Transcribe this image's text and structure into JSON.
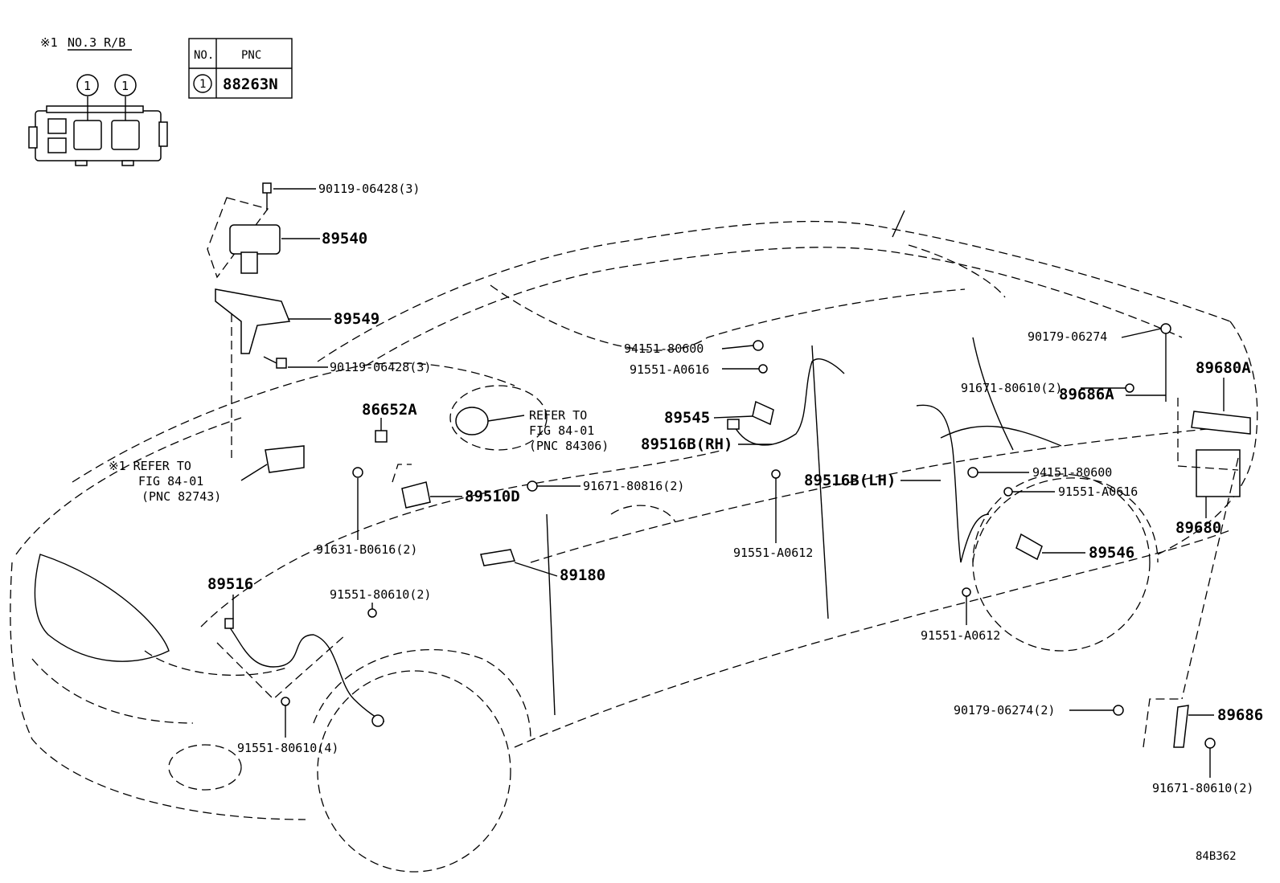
{
  "note": {
    "mark": "※1",
    "text": "NO.3 R/B"
  },
  "pnc_table": {
    "header": [
      "NO.",
      "PNC"
    ],
    "rows": [
      {
        "no": "1",
        "pnc": "88263N"
      }
    ]
  },
  "callout_mark": "1",
  "parts": {
    "p90119_top": "90119-06428(3)",
    "p89540": "89540",
    "p89549": "89549",
    "p90119_bot": "90119-06428(3)",
    "p86652A": "86652A",
    "p89510D": "89510D",
    "p91631": "91631-B0616(2)",
    "p89516": "89516",
    "p91551_80610_2": "91551-80610(2)",
    "p91551_80610_4": "91551-80610(4)",
    "p91671_80816": "91671-80816(2)",
    "p89180": "89180",
    "p94151_top": "94151-80600",
    "p91551_A0616_top": "91551-A0616",
    "p89545": "89545",
    "p89516B_RH": "89516B(RH)",
    "p89516B_LH": "89516B(LH)",
    "p91551_A0612_mid": "91551-A0612",
    "p94151_right": "94151-80600",
    "p91551_A0616_right": "91551-A0616",
    "p89546": "89546",
    "p91551_A0612_right": "91551-A0612",
    "p90179_top": "90179-06274",
    "p91671_80610_top": "91671-80610(2)",
    "p89680A": "89680A",
    "p89686A": "89686A",
    "p89680": "89680",
    "p90179_bot": "90179-06274(2)",
    "p89686": "89686",
    "p91671_80610_bot": "91671-80610(2)"
  },
  "refs": {
    "r82743": [
      "※1 REFER TO",
      "FIG 84-01",
      "(PNC 82743)"
    ],
    "r84306": [
      "REFER TO",
      "FIG 84-01",
      "(PNC 84306)"
    ]
  },
  "figure_id": "84B362"
}
